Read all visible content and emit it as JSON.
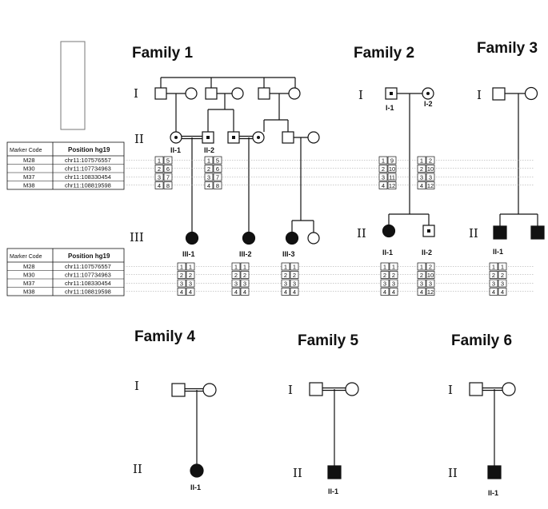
{
  "families": {
    "f1": "Family 1",
    "f2": "Family 2",
    "f3": "Family 3",
    "f4": "Family 4",
    "f5": "Family 5",
    "f6": "Family 6"
  },
  "generations": {
    "I": "I",
    "II": "II",
    "III": "III"
  },
  "individuals": {
    "f1_II_1": "II-1",
    "f1_II_2": "II-2",
    "f1_III_1": "III-1",
    "f1_III_2": "III-2",
    "f1_III_3": "III-3",
    "f2_I_1": "I-1",
    "f2_I_2": "I-2",
    "f2_II_1": "II-1",
    "f2_II_2": "II-2",
    "f3_II_1": "II-1",
    "f4_II_1": "II-1",
    "f5_II_1": "II-1",
    "f6_II_1": "II-1"
  },
  "marker_table": {
    "headers": [
      "Marker Code",
      "Position hg19"
    ],
    "rows": [
      [
        "M28",
        "chr11:107576557"
      ],
      [
        "M30",
        "chr11:107734963"
      ],
      [
        "M37",
        "chr11:108330454"
      ],
      [
        "M38",
        "chr11:108819598"
      ]
    ]
  },
  "haplotypes": {
    "f1_II_1": [
      [
        "1",
        "5"
      ],
      [
        "2",
        "6"
      ],
      [
        "3",
        "7"
      ],
      [
        "4",
        "8"
      ]
    ],
    "f1_II_2": [
      [
        "1",
        "5"
      ],
      [
        "2",
        "6"
      ],
      [
        "3",
        "7"
      ],
      [
        "4",
        "8"
      ]
    ],
    "f2_I_1": [
      [
        "1",
        "9"
      ],
      [
        "2",
        "10"
      ],
      [
        "3",
        "11"
      ],
      [
        "4",
        "12"
      ]
    ],
    "f2_I_2": [
      [
        "1",
        "2"
      ],
      [
        "2",
        "10"
      ],
      [
        "3",
        "3"
      ],
      [
        "4",
        "12"
      ]
    ],
    "f1_III_1": [
      [
        "1",
        "1"
      ],
      [
        "2",
        "2"
      ],
      [
        "3",
        "3"
      ],
      [
        "4",
        "4"
      ]
    ],
    "f1_III_2": [
      [
        "1",
        "1"
      ],
      [
        "2",
        "2"
      ],
      [
        "3",
        "3"
      ],
      [
        "4",
        "4"
      ]
    ],
    "f1_III_3": [
      [
        "1",
        "1"
      ],
      [
        "2",
        "2"
      ],
      [
        "3",
        "3"
      ],
      [
        "4",
        "4"
      ]
    ],
    "f2_II_1": [
      [
        "1",
        "1"
      ],
      [
        "2",
        "2"
      ],
      [
        "3",
        "3"
      ],
      [
        "4",
        "4"
      ]
    ],
    "f2_II_2": [
      [
        "1",
        "2"
      ],
      [
        "2",
        "10"
      ],
      [
        "3",
        "3"
      ],
      [
        "4",
        "12"
      ]
    ],
    "f3_II_1": [
      [
        "1",
        "1"
      ],
      [
        "2",
        "2"
      ],
      [
        "3",
        "3"
      ],
      [
        "4",
        "4"
      ]
    ]
  }
}
